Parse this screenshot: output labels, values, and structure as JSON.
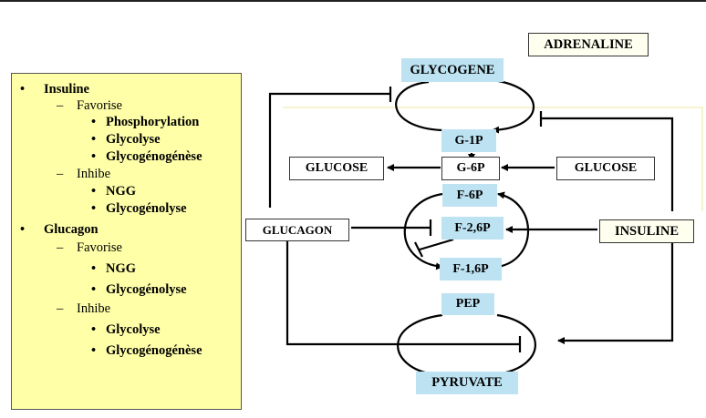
{
  "panel": {
    "insuline": "Insuline",
    "ins_favorise": "Favorise",
    "ins_fav_1": "Phosphorylation",
    "ins_fav_2": "Glycolyse",
    "ins_fav_3": "Glycogénogénèse",
    "ins_inhibe": "Inhibe",
    "ins_inh_1": "NGG",
    "ins_inh_2": "Glycogénolyse",
    "glucagon": "Glucagon",
    "glu_favorise": "Favorise",
    "glu_fav_1": "NGG",
    "glu_fav_2": "Glycogénolyse",
    "glu_inhibe": "Inhibe",
    "glu_inh_1": "Glycolyse",
    "glu_inh_2": "Glycogénogénèse"
  },
  "diagram": {
    "adrenaline": "ADRENALINE",
    "glycogene": "GLYCOGENE",
    "g1p": "G-1P",
    "g6p": "G-6P",
    "glucose_out": "GLUCOSE",
    "glucose_in": "GLUCOSE",
    "f6p": "F-6P",
    "f26p": "F-2,6P",
    "f16p": "F-1,6P",
    "glucagon": "GLUCAGON",
    "insuline": "INSULINE",
    "pep": "PEP",
    "pyruvate": "PYRUVATE"
  }
}
